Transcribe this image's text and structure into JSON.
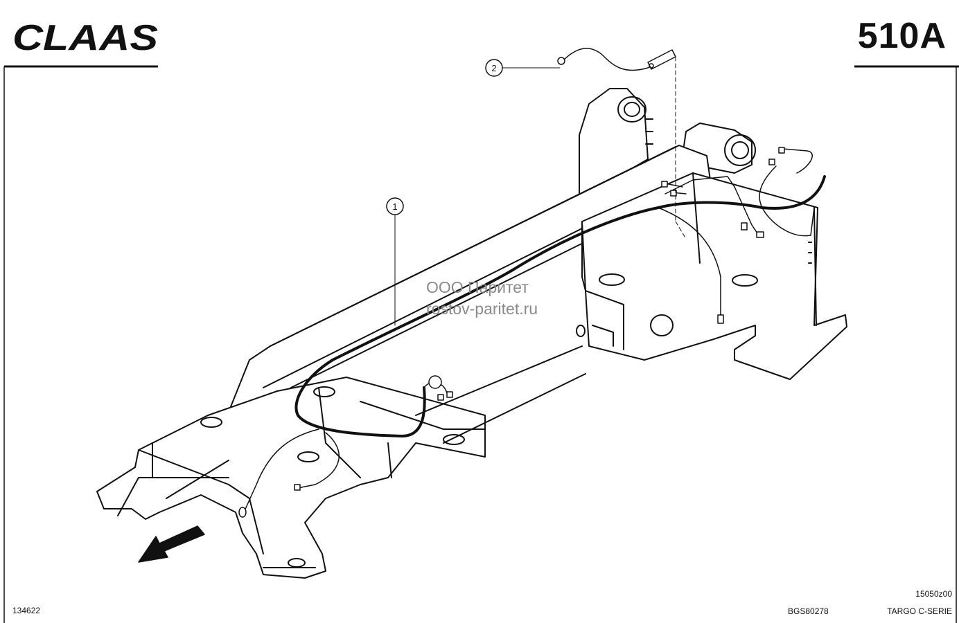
{
  "header": {
    "brand": "CLAAS",
    "page_number": "510A"
  },
  "callouts": [
    {
      "label": "1"
    },
    {
      "label": "2"
    }
  ],
  "watermark": {
    "line1": "ООО Паритет",
    "line2": "rostov-paritet.ru"
  },
  "footer": {
    "drawing_number": "134622",
    "part_ref": "BGS80278",
    "code": "15050z00",
    "series": "TARGO C-SERIE"
  },
  "colors": {
    "ink": "#111111",
    "watermark": "#8a8a8a",
    "background": "#ffffff"
  }
}
